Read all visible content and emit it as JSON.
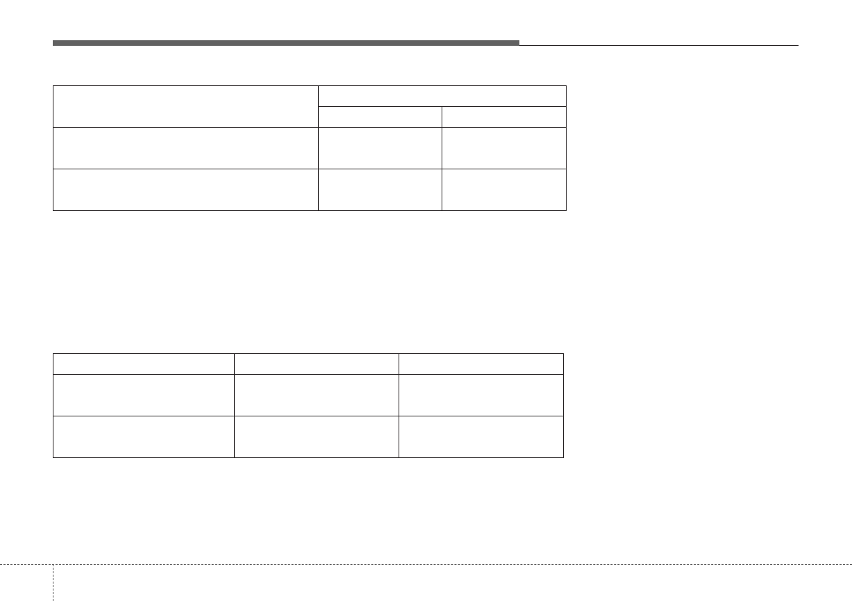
{
  "header": {
    "bar_color": "#616161",
    "rule_color": "#231f20"
  },
  "tables": [
    {
      "name": "table-1",
      "header_top": [
        "",
        ""
      ],
      "header_sub": [
        "",
        ""
      ],
      "rows": [
        [
          "",
          "",
          ""
        ],
        [
          "",
          "",
          ""
        ]
      ]
    },
    {
      "name": "table-2",
      "header": [
        "",
        "",
        ""
      ],
      "rows": [
        [
          "",
          "",
          ""
        ],
        [
          "",
          "",
          ""
        ]
      ]
    }
  ],
  "trim_marks": {
    "style": "dashed",
    "color": "#555555"
  }
}
